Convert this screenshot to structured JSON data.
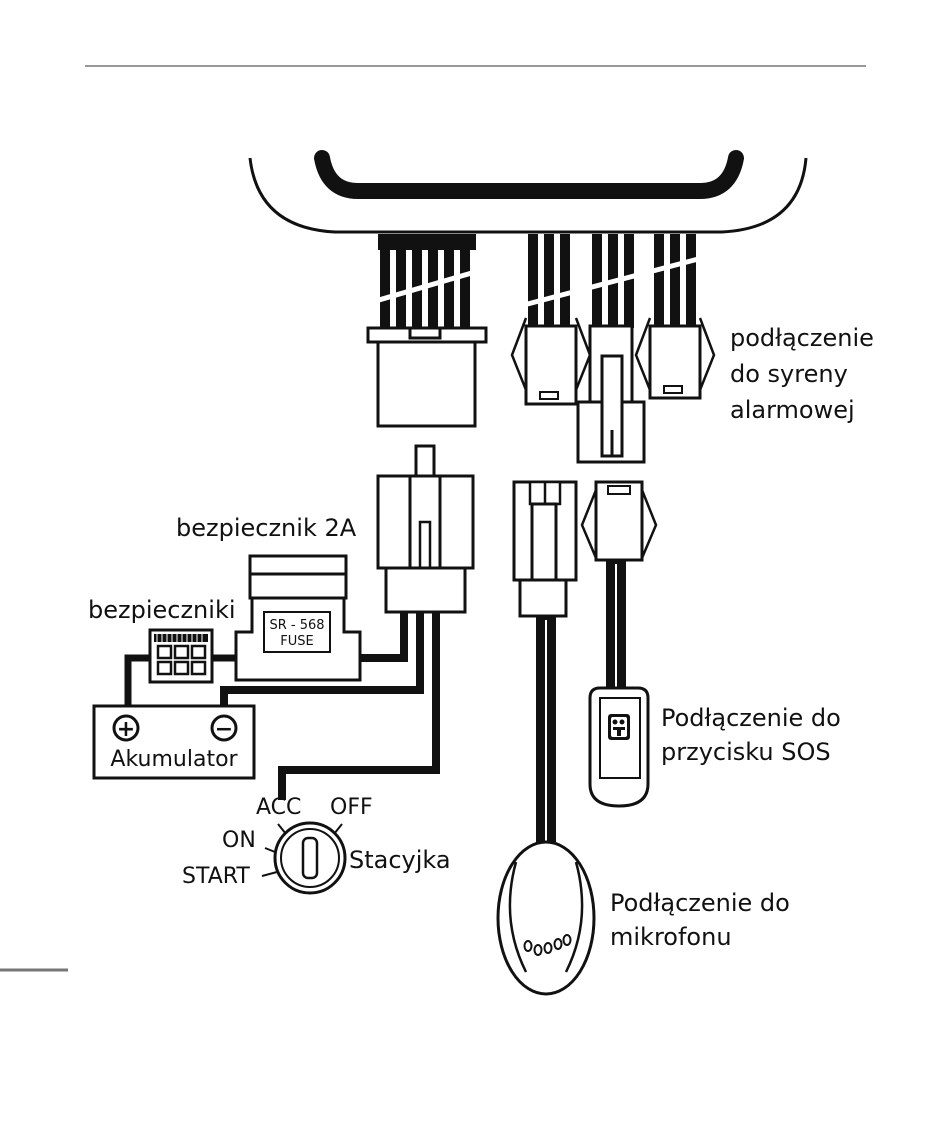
{
  "diagram": {
    "labels": {
      "siren": [
        "podłączenie",
        "do syreny",
        "alarmowej"
      ],
      "fuse_2a": "bezpiecznik 2A",
      "fuses": "bezpieczniki",
      "fuse_text_1": "SR - 568",
      "fuse_text_2": "FUSE",
      "battery": "Akumulator",
      "battery_plus": "+",
      "battery_minus": "−",
      "ign_acc": "ACC",
      "ign_off": "OFF",
      "ign_on": "ON",
      "ign_start": "START",
      "ignition": "Stacyjka",
      "sos": [
        "Podłączenie do",
        "przycisku SOS"
      ],
      "mic": [
        "Podłączenie do",
        "mikrofonu"
      ]
    },
    "colors": {
      "ink": "#111111",
      "paper": "#ffffff",
      "rule": "#777777"
    },
    "icons": [
      "sos-button-icon",
      "microphone-icon",
      "ignition-switch-icon",
      "fuse-box-icon",
      "battery-icon",
      "connector-icon"
    ]
  }
}
